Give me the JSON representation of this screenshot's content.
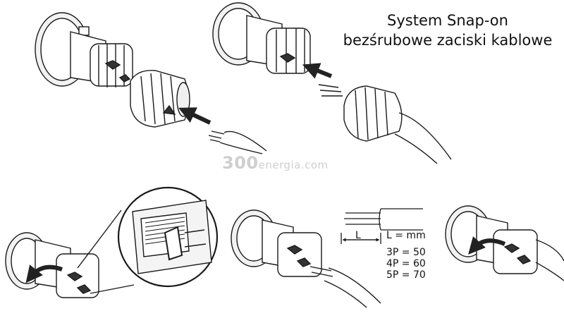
{
  "title": {
    "line1": "System Snap-on",
    "line2": "bezśrubowe zaciski kablowe"
  },
  "watermark": {
    "number": "300",
    "text": "energia.com"
  },
  "strip_length": {
    "marker": "L",
    "unit_label": "L = mm",
    "values": [
      "3P = 50",
      "4P = 60",
      "5P = 70"
    ]
  },
  "colors": {
    "line": "#1a1a1a",
    "fill": "#ffffff",
    "shade": "#d9d9d9",
    "arrow": "#222222",
    "watermark": "#cfcfcf"
  }
}
